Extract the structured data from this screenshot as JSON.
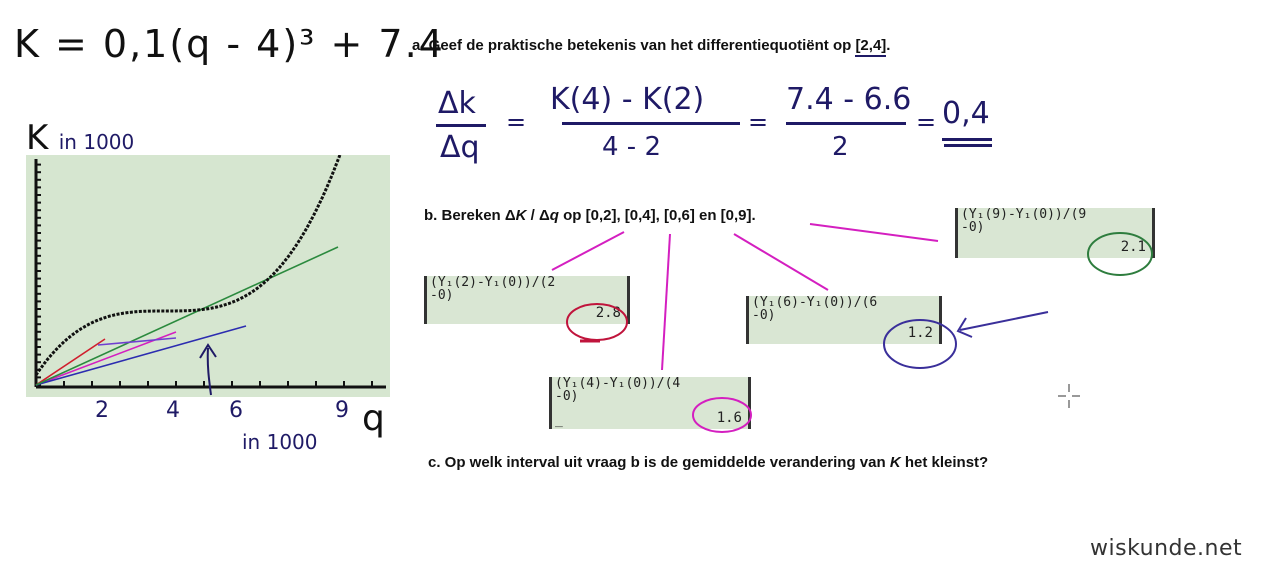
{
  "formula": {
    "text": "K = 0,1(q - 4)³ + 7.4"
  },
  "graph": {
    "y_label": "K",
    "y_unit": "in 1000",
    "x_label": "q",
    "x_unit": "in 1000",
    "x_ticks": [
      "2",
      "4",
      "6",
      "9"
    ]
  },
  "questions": {
    "a": {
      "prefix": "a. Geef de praktische betekenis van het differentiequotiënt op ",
      "interval": "[2,4]",
      "suffix": "."
    },
    "b": {
      "prefix": "b. Bereken Δ",
      "K": "K",
      "mid": " / Δ",
      "q": "q",
      "suffix": "  op [0,2], [0,4], [0,6] en [0,9]."
    },
    "c": {
      "prefix": "c. Op welk interval uit vraag b is de gemiddelde verandering van ",
      "K": "K",
      "suffix": "  het kleinst?"
    }
  },
  "work_a": {
    "lhs_num": "Δk",
    "lhs_den": "Δq",
    "eq": "=",
    "frac1_num": "K(4) - K(2)",
    "frac1_den": "4 - 2",
    "frac2_num": "7.4 - 6.6",
    "frac2_den": "2",
    "result": "0,4"
  },
  "calculators": [
    {
      "line1": "(Y₁(2)-Y₁(0))/(2",
      "line2": "-0)",
      "result": "2.8",
      "circle": "#c0143c"
    },
    {
      "line1": "(Y₁(4)-Y₁(0))/(4",
      "line2": "-0)",
      "result": "1.6",
      "circle": "#d41fc0"
    },
    {
      "line1": "(Y₁(6)-Y₁(0))/(6",
      "line2": "-0)",
      "result": "1.2",
      "circle": "#3a2f9a"
    },
    {
      "line1": "(Y₁(9)-Y₁(0))/(9",
      "line2": "-0)",
      "result": "2.1",
      "circle": "#2e7d3e"
    }
  ],
  "brand": "wiskunde.net",
  "colors": {
    "ink": "#1f1a66",
    "pink": "#d41fc0",
    "graph_bg": "#d6e6d0",
    "red": "#d01e2e",
    "green": "#2b8a3e",
    "blue": "#2c2cb0",
    "purple": "#6f3fd0"
  }
}
